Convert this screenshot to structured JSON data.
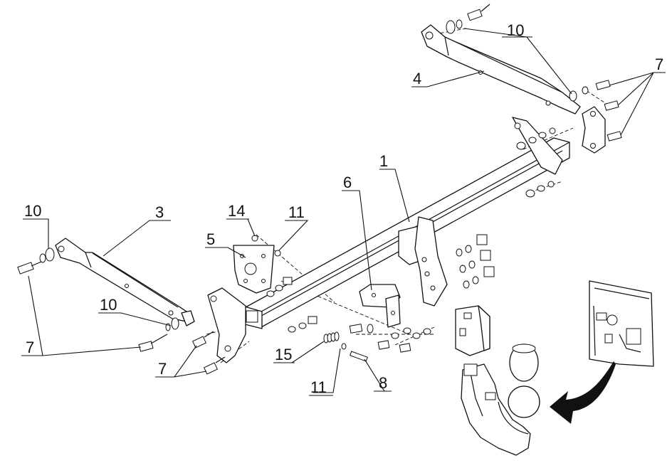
{
  "diagram": {
    "callouts": [
      {
        "id": "1",
        "label": "1"
      },
      {
        "id": "3",
        "label": "3"
      },
      {
        "id": "4",
        "label": "4"
      },
      {
        "id": "5",
        "label": "5"
      },
      {
        "id": "6",
        "label": "6"
      },
      {
        "id": "7a",
        "label": "7"
      },
      {
        "id": "7b",
        "label": "7"
      },
      {
        "id": "7c",
        "label": "7"
      },
      {
        "id": "8",
        "label": "8"
      },
      {
        "id": "10a",
        "label": "10"
      },
      {
        "id": "10b",
        "label": "10"
      },
      {
        "id": "10c",
        "label": "10"
      },
      {
        "id": "11a",
        "label": "11"
      },
      {
        "id": "11b",
        "label": "11"
      },
      {
        "id": "14",
        "label": "14"
      },
      {
        "id": "15",
        "label": "15"
      }
    ],
    "line_color": "#111111",
    "background": "#ffffff"
  }
}
